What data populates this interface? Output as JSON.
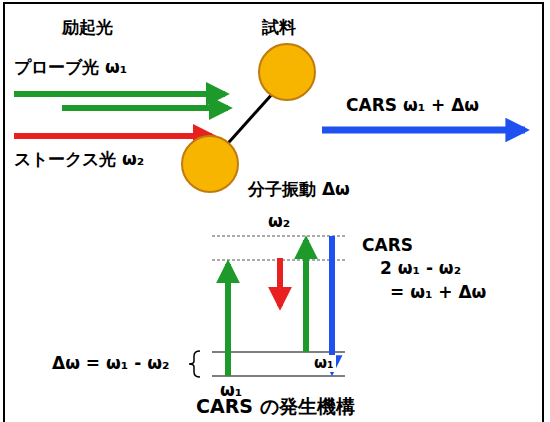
{
  "diagram": {
    "caption": "CARS の発生機構",
    "labels": [
      "励起光",
      "試料",
      "プローブ光 ω₁",
      "ストークス光 ω₂",
      "CARS ω₁ + Δω",
      "分子振動 Δω",
      "ω₂",
      "CARS",
      "2 ω₁ - ω₂",
      "= ω₁ + Δω",
      "Δω = ω₁ - ω₂",
      "ω₁",
      "ω₁"
    ]
  }
}
